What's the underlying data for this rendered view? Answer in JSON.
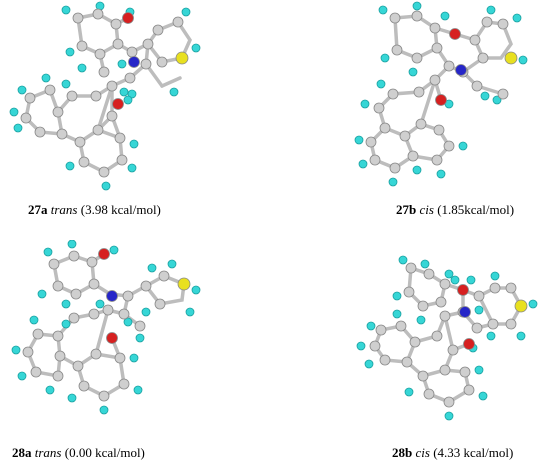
{
  "figure": {
    "panels": [
      {
        "id": "27a",
        "isomer": "trans",
        "energy": "(3.98 kcal/mol)"
      },
      {
        "id": "27b",
        "isomer": "cis",
        "energy": "(1.85kcal/mol)"
      },
      {
        "id": "28a",
        "isomer": "trans",
        "energy": "(0.00 kcal/mol)"
      },
      {
        "id": "28b",
        "isomer": "cis",
        "energy": "(4.33 kcal/mol)"
      }
    ]
  },
  "colors": {
    "carbon": "#c8c8c8",
    "hydrogen": "#36d6d6",
    "oxygen": "#d62020",
    "nitrogen": "#2626c8",
    "sulfur": "#e8e020",
    "bond": "#bdbdbd"
  }
}
